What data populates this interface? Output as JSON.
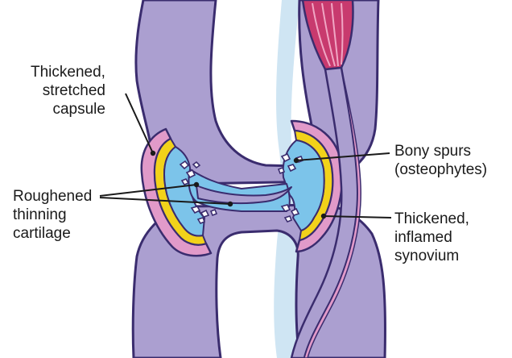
{
  "diagram": {
    "labels": {
      "capsule": {
        "lines": [
          "Thickened,",
          "stretched",
          "capsule"
        ]
      },
      "cartilage": {
        "lines": [
          "Roughened",
          "thinning",
          "cartilage"
        ]
      },
      "spurs": {
        "lines": [
          "Bony spurs",
          "(osteophytes)"
        ]
      },
      "synovium": {
        "lines": [
          "Thickened,",
          "inflamed",
          "synovium"
        ]
      }
    }
  },
  "colors": {
    "bone": "#ab9fd0",
    "bone_outline": "#3a2c6e",
    "capsule": "#e19ac9",
    "synovium": "#f2d21a",
    "joint_fluid": "#7cc4ea",
    "muscle": "#c83a6e",
    "tendon": "#ab9fd0",
    "text": "#1a1a1a"
  }
}
